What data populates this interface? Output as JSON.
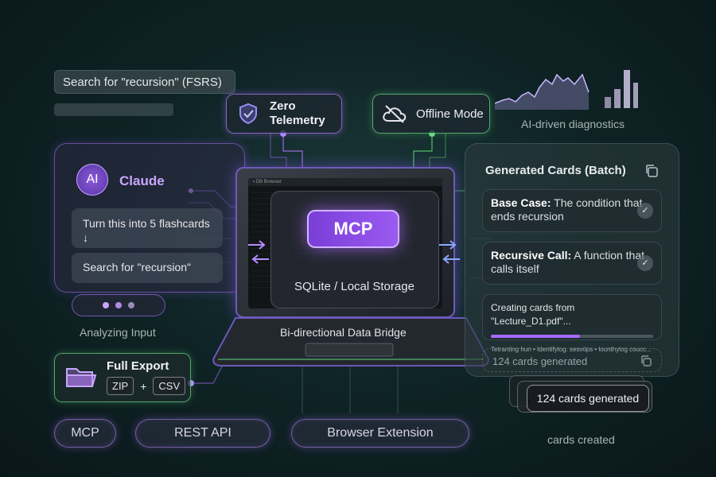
{
  "search": {
    "top_query": "Search for \"recursion\" (FSRS)"
  },
  "features": {
    "zero_telemetry": "Zero Telemetry",
    "offline_mode": "Offline Mode"
  },
  "diagnostics": {
    "label": "AI-driven diagnostics"
  },
  "assistant": {
    "avatar_text": "AI",
    "name": "Claude",
    "message_1": "Turn this into 5 flashcards ↓",
    "message_2": "Search for \"recursion\"",
    "status": "Analyzing Input"
  },
  "center": {
    "mcp_label": "MCP",
    "storage_label": "SQLite / Local Storage",
    "bridge_label": "Bi-directional Data Bridge"
  },
  "export": {
    "title": "Full Export",
    "format_1": "ZIP",
    "plus": "+",
    "format_2": "CSV"
  },
  "integrations": {
    "mcp": "MCP",
    "rest_api": "REST API",
    "browser_extension": "Browser Extension"
  },
  "generated": {
    "title": "Generated Cards (Batch)",
    "cards": [
      {
        "term": "Base Case:",
        "definition": " The condition that ends recursion"
      },
      {
        "term": "Recursive Call:",
        "definition": " A function that calls itself"
      }
    ],
    "progress_text": "Creating cards from \"Lecture_D1.pdf\"...",
    "progress": 0.55,
    "progress_sub": "Tetranting hun  •  Identifylog. sesvöps  •  lounthylog coucc...",
    "count_faded": "124 cards generated",
    "count_badge": "124 cards generated",
    "count_caption": "cards created"
  },
  "colors": {
    "accent_purple": "#a66bff",
    "accent_green": "#5fd27a",
    "background": "#0f2426"
  }
}
